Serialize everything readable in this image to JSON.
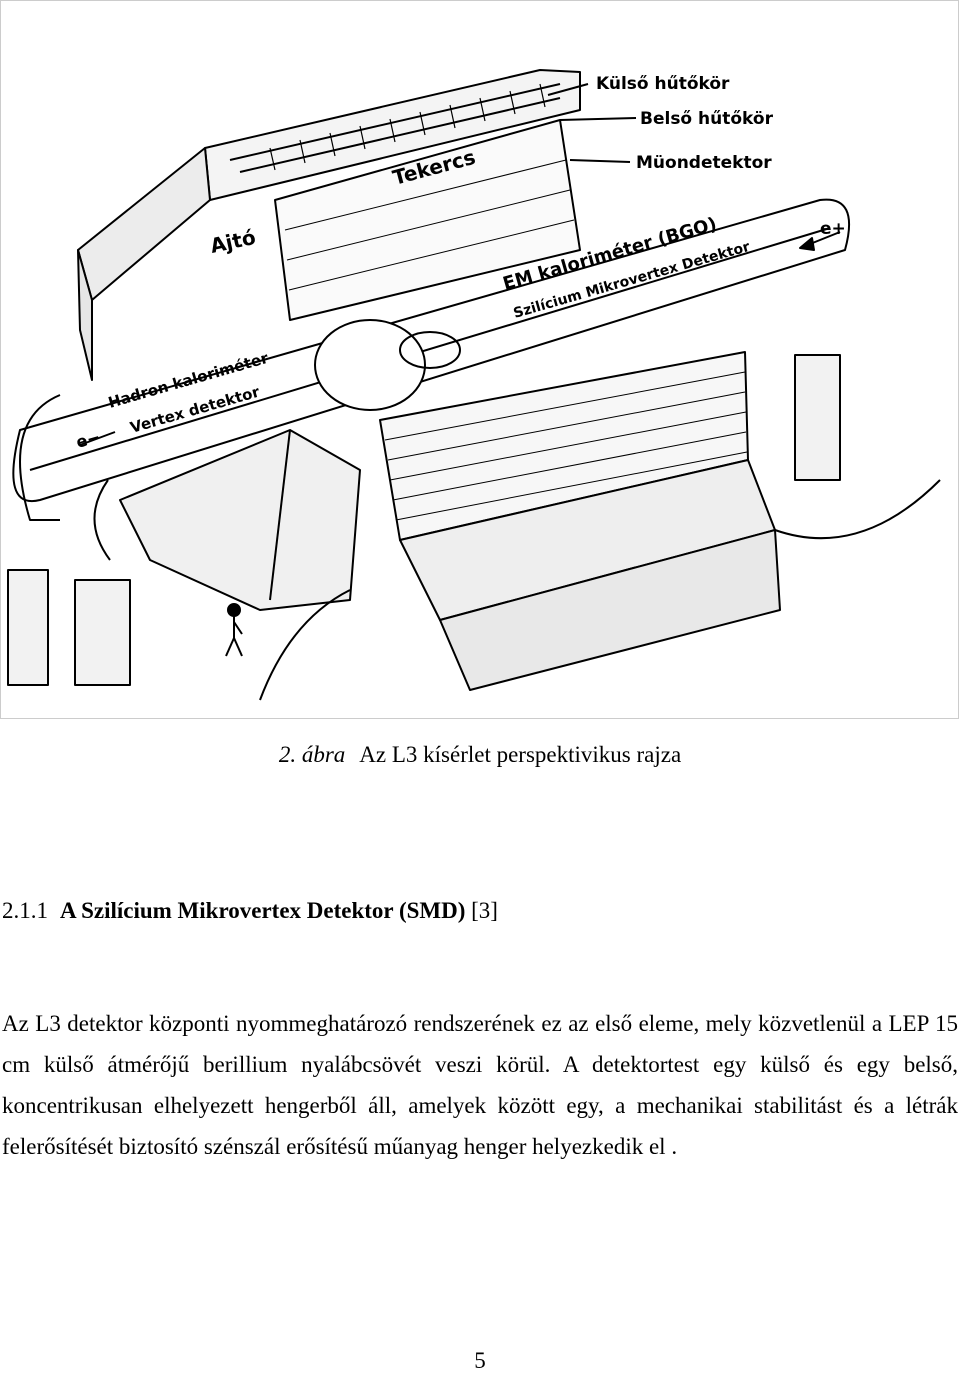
{
  "figure": {
    "labels": {
      "kulso_hutokor": "Külső hűtőkör",
      "belso_hutokor": "Belső hűtőkör",
      "muondetektor": "Müondetektor",
      "tekercs": "Tekercs",
      "ajto": "Ajtó",
      "em_kalorimeter": "EM kaloriméter (BGO)",
      "szilicium": "Szilícium Mikrovertex Detektor",
      "hadron_kalorimeter": "Hadron kaloriméter",
      "vertex_detektor": "Vertex detektor",
      "e_minus": "e−",
      "e_plus": "e+"
    }
  },
  "caption": {
    "number": "2. ábra",
    "text": "Az L3 kísérlet perspektivikus rajza"
  },
  "section": {
    "number": "2.1.1",
    "title": "A Szilícium Mikrovertex Detektor (SMD)",
    "ref": "[3]"
  },
  "body": {
    "paragraph": "Az L3 detektor központi nyommeghatározó rendszerének ez az első eleme, mely közvetlenül a LEP 15 cm külső átmérőjű berillium nyalábcsövét veszi körül. A detektortest egy külső és egy belső, koncentrikusan elhelyezett hengerből áll, amelyek között egy, a mechanikai stabilitást és a létrák felerősítését biztosító szénszál erősítésű műanyag henger helyezkedik el ."
  },
  "page_number": "5"
}
